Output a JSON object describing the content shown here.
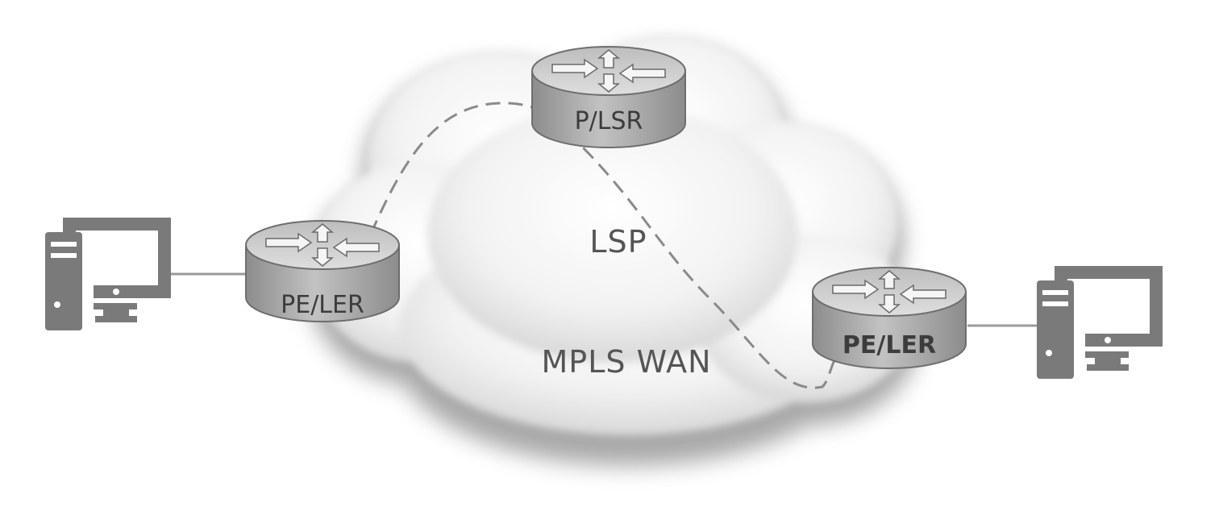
{
  "labels": {
    "core_router": "P/LSR",
    "edge_router_left": "PE/LER",
    "edge_router_right": "PE/LER",
    "path": "LSP",
    "network": "MPLS WAN"
  },
  "icons": {
    "router": "router-icon",
    "computer": "desktop-computer-icon",
    "cloud": "cloud-icon"
  },
  "colors": {
    "router_top": "#cfcfcf",
    "router_side": "#9a9a9a",
    "computer": "#7a7a7a",
    "link": "#9a9a9a",
    "lsp_dash": "#8a8a8a"
  }
}
